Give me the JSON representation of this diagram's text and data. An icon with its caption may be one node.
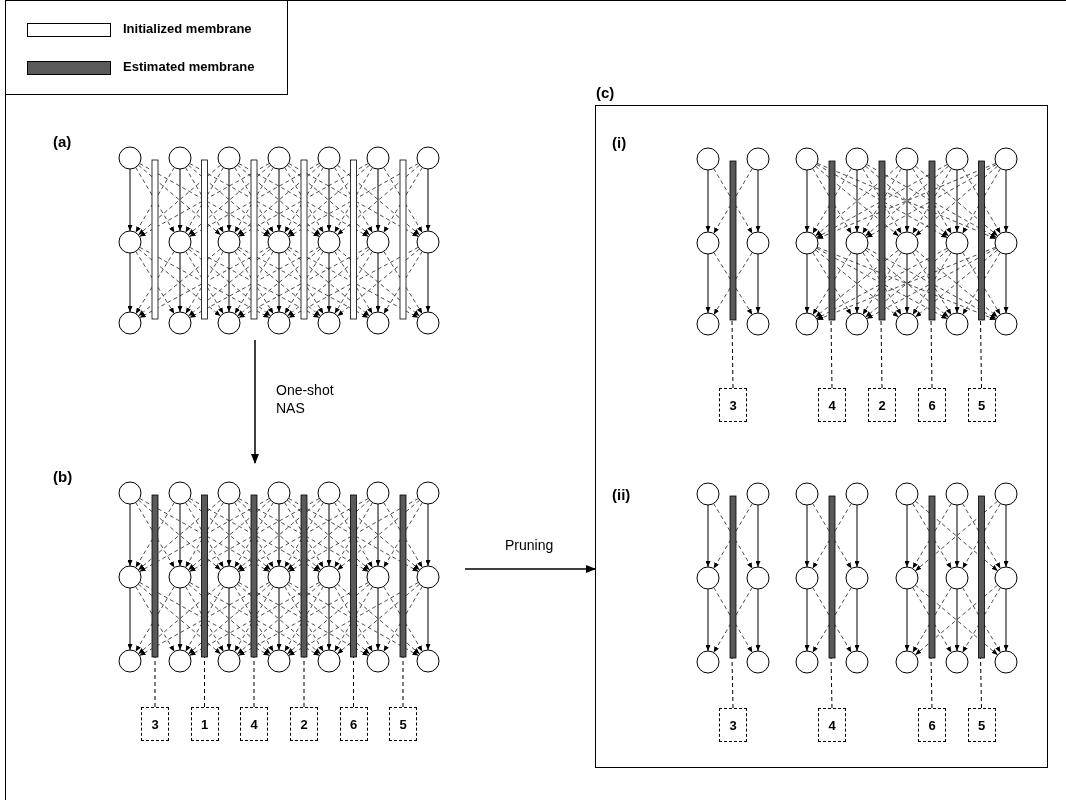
{
  "diagram": {
    "nodes": [
      {
        "text": [
          "(a)"
        ]
      },
      {
        "text": [
          "(b)"
        ]
      },
      {
        "text": [
          "3"
        ]
      },
      {
        "text": [
          "1"
        ]
      },
      {
        "text": [
          "4"
        ]
      },
      {
        "text": [
          "2"
        ]
      },
      {
        "text": [
          "6"
        ]
      },
      {
        "text": [
          "5"
        ]
      },
      {
        "text": [
          "(c)"
        ]
      },
      {
        "text": [
          "(i)"
        ],
        "in": 8
      },
      {
        "text": [
          "3"
        ],
        "in": 8
      },
      {
        "text": [
          "4"
        ],
        "in": 8
      },
      {
        "text": [
          "2"
        ],
        "in": 8
      },
      {
        "text": [
          "6"
        ],
        "in": 8
      },
      {
        "text": [
          "5"
        ],
        "in": 8
      },
      {
        "text": [
          "(ii)"
        ],
        "in": 8
      },
      {
        "text": [
          "3"
        ],
        "in": 8
      },
      {
        "text": [
          "4"
        ],
        "in": 8
      },
      {
        "text": [
          "6"
        ],
        "in": 8
      },
      {
        "text": [
          "5"
        ],
        "in": 8
      }
    ],
    "edges": [
      {
        "from": 0,
        "to": 1,
        "arrow": "to",
        "label": "One-shot NAS"
      },
      {
        "from": 1,
        "to": 8,
        "arrow": "to",
        "label": "Pruning"
      },
      {
        "from": 2,
        "to": 1,
        "arrow": "none",
        "style": "dashed"
      },
      {
        "from": 3,
        "to": 1,
        "arrow": "none",
        "style": "dashed"
      },
      {
        "from": 4,
        "to": 1,
        "arrow": "none",
        "style": "dashed"
      },
      {
        "from": 5,
        "to": 1,
        "arrow": "none",
        "style": "dashed"
      },
      {
        "from": 6,
        "to": 1,
        "arrow": "none",
        "style": "dashed"
      },
      {
        "from": 7,
        "to": 1,
        "arrow": "none",
        "style": "dashed"
      },
      {
        "from": 10,
        "to": 9,
        "arrow": "none",
        "style": "dashed"
      },
      {
        "from": 11,
        "to": 9,
        "arrow": "none",
        "style": "dashed"
      },
      {
        "from": 12,
        "to": 9,
        "arrow": "none",
        "style": "dashed"
      },
      {
        "from": 13,
        "to": 9,
        "arrow": "none",
        "style": "dashed"
      },
      {
        "from": 14,
        "to": 9,
        "arrow": "none",
        "style": "dashed"
      },
      {
        "from": 16,
        "to": 15,
        "arrow": "none",
        "style": "dashed"
      },
      {
        "from": 17,
        "to": 15,
        "arrow": "none",
        "style": "dashed"
      },
      {
        "from": 18,
        "to": 15,
        "arrow": "none",
        "style": "dashed"
      },
      {
        "from": 19,
        "to": 15,
        "arrow": "none",
        "style": "dashed"
      }
    ],
    "legend": [
      {
        "text": "Initialized membrane",
        "color": "#ffffff"
      },
      {
        "text": "Estimated membrane",
        "color": "#5a5a5a"
      }
    ]
  }
}
